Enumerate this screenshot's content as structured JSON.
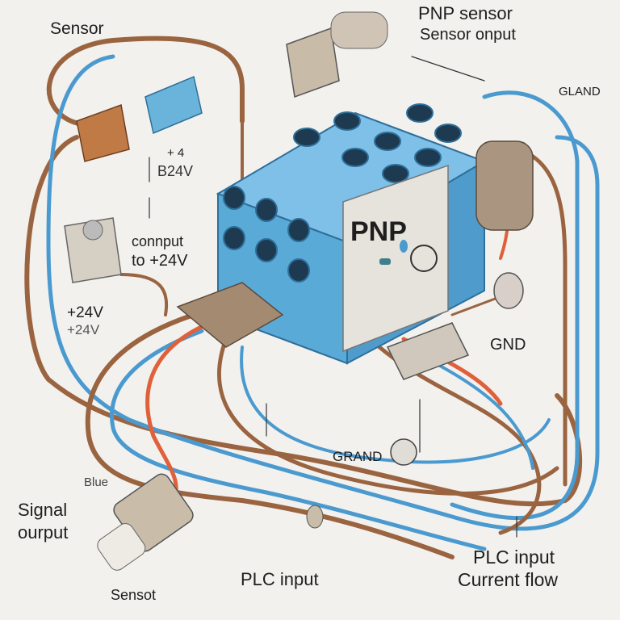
{
  "labels": {
    "sensor_top": "Sensor",
    "pnp_sensor": "PNP sensor",
    "sensor_onput": "Sensor  onput",
    "gland": "GLAND",
    "plus4": "+ 4",
    "b24v": "B24V",
    "connput": "connput",
    "to24v": "to +24V",
    "v24a": "+24V",
    "v24b": "+24V",
    "pnp_badge": "PNP",
    "gnd": "GND",
    "grand": "GRAND",
    "blue": "Blue",
    "signal": "Signal",
    "ourput": "ourput",
    "plc_input_right": "PLC  input",
    "current_flow": "Current flow",
    "plc_input_bottom": "PLC    input",
    "sensot": "Sensot"
  },
  "colors": {
    "module_blue": "#5aaad8",
    "wire_brown": "#9a6440",
    "wire_blue": "#4a9ad0",
    "wire_red": "#e0603a",
    "background": "#f3f1ee"
  }
}
